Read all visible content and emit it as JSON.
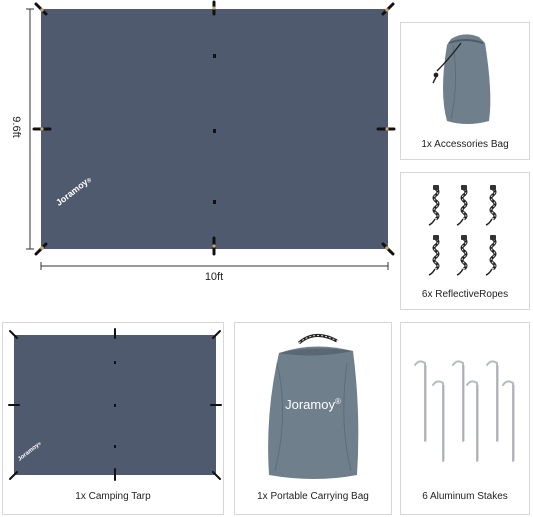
{
  "brand": {
    "name": "Joramoy",
    "mark": "®"
  },
  "dimensions": {
    "width": "10ft",
    "height": "9.6ft"
  },
  "items": [
    {
      "caption": "1x Accessories Bag"
    },
    {
      "caption": "6x ReflectiveRopes"
    },
    {
      "caption": "1x Camping Tarp"
    },
    {
      "caption": "1x Portable Carrying Bag"
    },
    {
      "caption": "6 Aluminum Stakes"
    }
  ],
  "colors": {
    "tarp": "#4f5a6e",
    "bag": "#6f7f8c",
    "stake": "#b8bcc0",
    "panel_border": "#d7d7d7"
  }
}
